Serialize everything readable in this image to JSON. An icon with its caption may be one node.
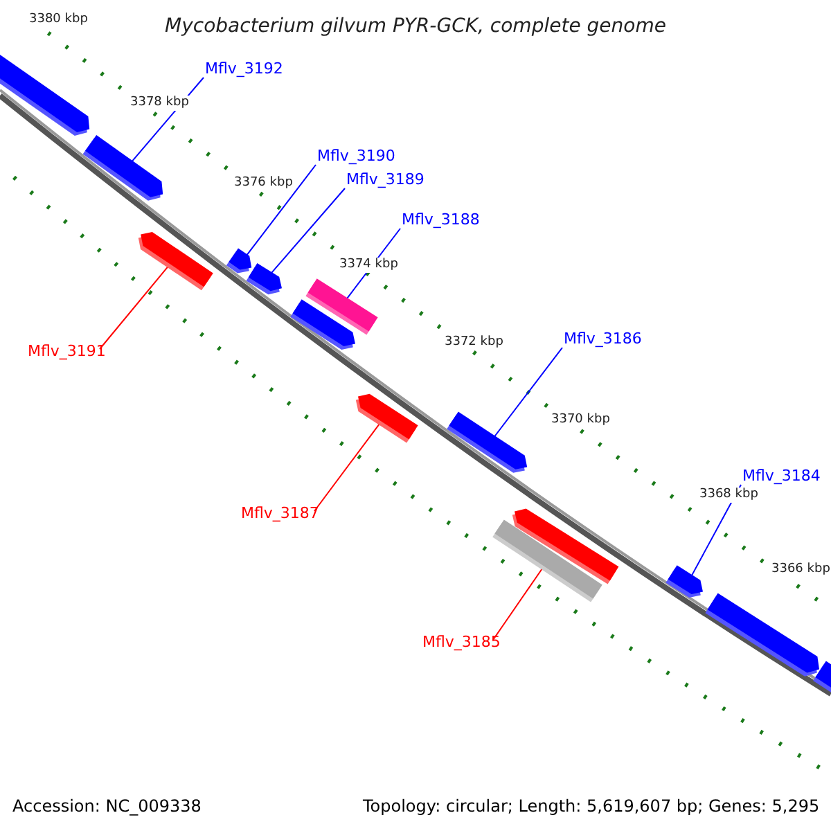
{
  "diagram": {
    "title": "Mycobacterium gilvum PYR-GCK, complete genome",
    "nodes": [
      {
        "text": [],
        "shape": "arrow"
      },
      {
        "text": [],
        "shape": "arrow"
      },
      {
        "text": [],
        "shape": "arrow"
      },
      {
        "text": [],
        "shape": "arrow"
      },
      {
        "text": [],
        "shape": "arrow"
      },
      {
        "text": [],
        "shape": "bar"
      },
      {
        "text": [],
        "shape": "arrow"
      },
      {
        "text": [],
        "shape": "arrow"
      },
      {
        "text": [],
        "shape": "arrow"
      },
      {
        "text": [],
        "shape": "bar"
      },
      {
        "text": [],
        "shape": "arrow"
      },
      {
        "text": [],
        "shape": "arrow"
      },
      {
        "text": [],
        "shape": "arrow"
      },
      {
        "text": [],
        "shape": "arrow"
      },
      {
        "text": [
          "Mflv_3192"
        ]
      },
      {
        "text": [
          "Mflv_3190"
        ]
      },
      {
        "text": [
          "Mflv_3189"
        ]
      },
      {
        "text": [
          "Mflv_3188"
        ]
      },
      {
        "text": [
          "Mflv_3186"
        ]
      },
      {
        "text": [
          "Mflv_3191"
        ]
      },
      {
        "text": [
          "Mflv_3184"
        ]
      },
      {
        "text": [
          "Mflv_3187"
        ]
      },
      {
        "text": [
          "Mflv_3185"
        ]
      }
    ],
    "edges": [
      {
        "from": 14,
        "to": 1,
        "arrow": "none"
      },
      {
        "from": 15,
        "to": 3,
        "arrow": "none"
      },
      {
        "from": 16,
        "to": 4,
        "arrow": "none"
      },
      {
        "from": 17,
        "to": 5,
        "arrow": "none"
      },
      {
        "from": 18,
        "to": 8,
        "arrow": "none"
      },
      {
        "from": 19,
        "to": 2,
        "arrow": "none",
        "color": "#ff0000"
      },
      {
        "from": 20,
        "to": 11,
        "arrow": "none"
      },
      {
        "from": 21,
        "to": 7,
        "arrow": "none",
        "color": "#ff0000"
      },
      {
        "from": 22,
        "to": 9,
        "arrow": "none",
        "color": "#ff0000"
      }
    ],
    "labels": [
      "3380 kbp",
      "3378 kbp",
      "3376 kbp",
      "3374 kbp",
      "3372 kbp",
      "3370 kbp",
      "3368 kbp",
      "3366 kbp",
      "Accession: NC_009338",
      "Topology: circular; Length: 5,619,607 bp; Genes: 5,295"
    ]
  }
}
